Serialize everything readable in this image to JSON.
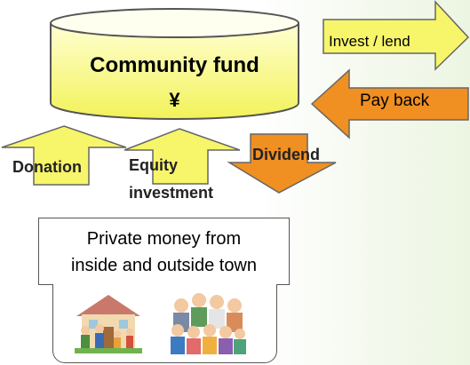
{
  "fund": {
    "title": "Community fund",
    "symbol": "¥"
  },
  "arrows": {
    "invest_lend": "Invest / lend",
    "pay_back": "Pay back",
    "donation": "Donation",
    "equity_line1": "Equity",
    "equity_line2": "investment",
    "dividend": "Dividend"
  },
  "private_money": {
    "line1": "Private money from",
    "line2": "inside and outside town"
  },
  "colors": {
    "yellow": "#f7f56a",
    "orange": "#f08f22",
    "outline": "#666666",
    "cylinder_fill": "#fafca0"
  },
  "icons": [
    "family-house-illustration",
    "group-of-people-illustration"
  ]
}
